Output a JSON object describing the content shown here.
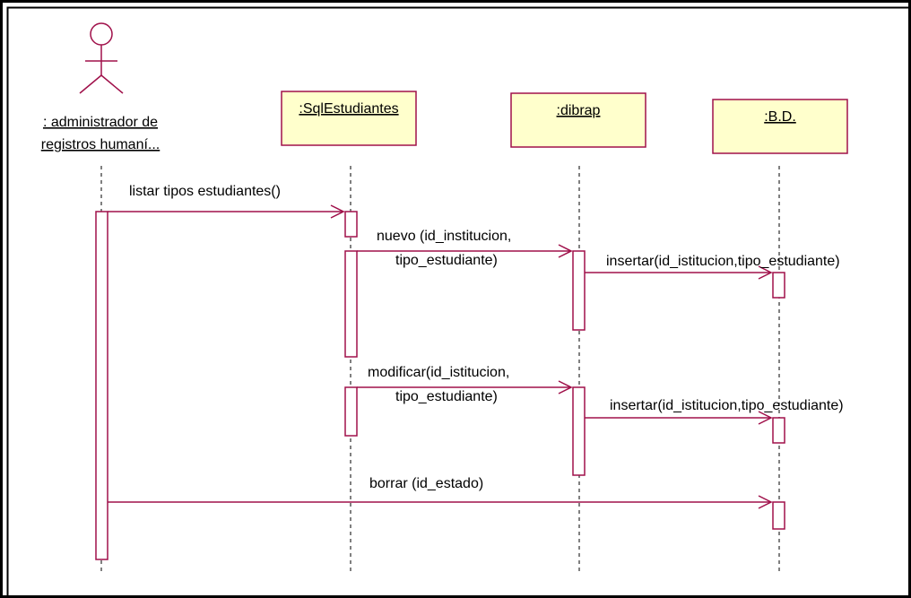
{
  "colors": {
    "message": "#a0104a",
    "box_fill": "#ffffcc",
    "box_stroke": "#a0104a",
    "lifeline": "#000000",
    "border": "#000000"
  },
  "actor": {
    "icon": "stick-figure-icon",
    "label_line1": ": administrador de",
    "label_line2": "registros humaní..."
  },
  "objects": [
    {
      "id": "sql",
      "label": ":SqlEstudiantes"
    },
    {
      "id": "dibrap",
      "label": ":dibrap"
    },
    {
      "id": "bd",
      "label": ":B.D."
    }
  ],
  "messages": [
    {
      "line1": "listar tipos estudiantes()",
      "line2": ""
    },
    {
      "line1": "nuevo (id_institucion,",
      "line2": "tipo_estudiante)"
    },
    {
      "line1": "insertar(id_istitucion,tipo_estudiante)",
      "line2": ""
    },
    {
      "line1": "modificar(id_istitucion,",
      "line2": "tipo_estudiante)"
    },
    {
      "line1": "insertar(id_istitucion,tipo_estudiante)",
      "line2": ""
    },
    {
      "line1": "borrar (id_estado)",
      "line2": ""
    }
  ]
}
